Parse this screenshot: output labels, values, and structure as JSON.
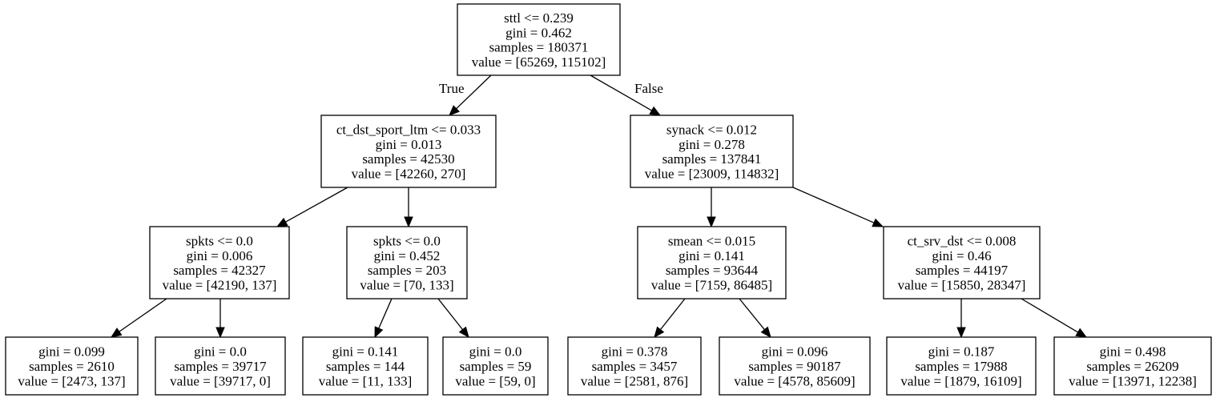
{
  "tree": {
    "nodes": [
      {
        "id": "root",
        "lines": [
          "sttl <= 0.239",
          "gini = 0.462",
          "samples = 180371",
          "value = [65269, 115102]"
        ]
      },
      {
        "id": "n1",
        "lines": [
          "ct_dst_sport_ltm <= 0.033",
          "gini = 0.013",
          "samples = 42530",
          "value = [42260, 270]"
        ]
      },
      {
        "id": "n2",
        "lines": [
          "synack <= 0.012",
          "gini = 0.278",
          "samples = 137841",
          "value = [23009, 114832]"
        ]
      },
      {
        "id": "n3",
        "lines": [
          "spkts <= 0.0",
          "gini = 0.006",
          "samples = 42327",
          "value = [42190, 137]"
        ]
      },
      {
        "id": "n4",
        "lines": [
          "spkts <= 0.0",
          "gini = 0.452",
          "samples = 203",
          "value = [70, 133]"
        ]
      },
      {
        "id": "n5",
        "lines": [
          "smean <= 0.015",
          "gini = 0.141",
          "samples = 93644",
          "value = [7159, 86485]"
        ]
      },
      {
        "id": "n6",
        "lines": [
          "ct_srv_dst <= 0.008",
          "gini = 0.46",
          "samples = 44197",
          "value = [15850, 28347]"
        ]
      },
      {
        "id": "l1",
        "lines": [
          "gini = 0.099",
          "samples = 2610",
          "value = [2473, 137]"
        ]
      },
      {
        "id": "l2",
        "lines": [
          "gini = 0.0",
          "samples = 39717",
          "value = [39717, 0]"
        ]
      },
      {
        "id": "l3",
        "lines": [
          "gini = 0.141",
          "samples = 144",
          "value = [11, 133]"
        ]
      },
      {
        "id": "l4",
        "lines": [
          "gini = 0.0",
          "samples = 59",
          "value = [59, 0]"
        ]
      },
      {
        "id": "l5",
        "lines": [
          "gini = 0.378",
          "samples = 3457",
          "value = [2581, 876]"
        ]
      },
      {
        "id": "l6",
        "lines": [
          "gini = 0.096",
          "samples = 90187",
          "value = [4578, 85609]"
        ]
      },
      {
        "id": "l7",
        "lines": [
          "gini = 0.187",
          "samples = 17988",
          "value = [1879, 16109]"
        ]
      },
      {
        "id": "l8",
        "lines": [
          "gini = 0.498",
          "samples = 26209",
          "value = [13971, 12238]"
        ]
      }
    ],
    "edges": [
      {
        "from": "root",
        "to": "n1",
        "label": "True"
      },
      {
        "from": "root",
        "to": "n2",
        "label": "False"
      },
      {
        "from": "n1",
        "to": "n3",
        "label": ""
      },
      {
        "from": "n1",
        "to": "n4",
        "label": ""
      },
      {
        "from": "n2",
        "to": "n5",
        "label": ""
      },
      {
        "from": "n2",
        "to": "n6",
        "label": ""
      },
      {
        "from": "n3",
        "to": "l1",
        "label": ""
      },
      {
        "from": "n3",
        "to": "l2",
        "label": ""
      },
      {
        "from": "n4",
        "to": "l3",
        "label": ""
      },
      {
        "from": "n4",
        "to": "l4",
        "label": ""
      },
      {
        "from": "n5",
        "to": "l5",
        "label": ""
      },
      {
        "from": "n5",
        "to": "l6",
        "label": ""
      },
      {
        "from": "n6",
        "to": "l7",
        "label": ""
      },
      {
        "from": "n6",
        "to": "l8",
        "label": ""
      }
    ]
  }
}
